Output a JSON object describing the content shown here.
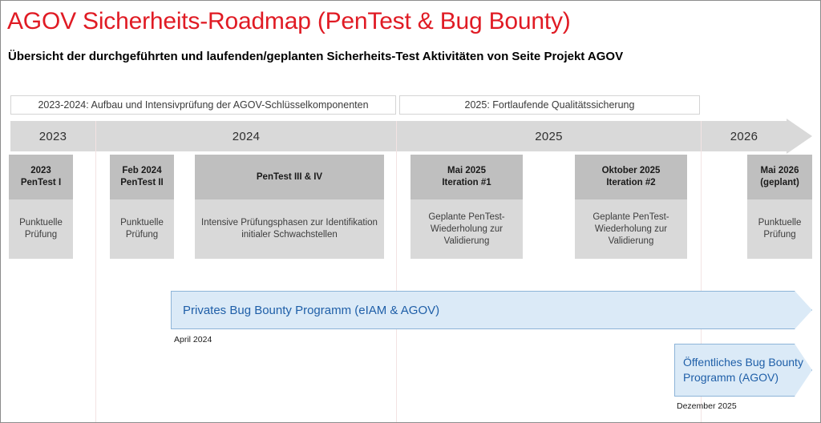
{
  "header": {
    "title": "AGOV Sicherheits-Roadmap (PenTest & Bug Bounty)",
    "subtitle": "Übersicht der durchgeführten und laufenden/geplanten Sicherheits-Test Aktivitäten von Seite Projekt AGOV",
    "title_color": "#e01b24"
  },
  "phases": [
    {
      "label": "2023-2024: Aufbau und Intensivprüfung der AGOV-Schlüsselkomponenten"
    },
    {
      "label": "2025: Fortlaufende Qualitätssicherung"
    }
  ],
  "timeline": {
    "years": [
      "2023",
      "2024",
      "2025",
      "2026"
    ],
    "separator_color": "#e8201e",
    "band_color": "#d9d9d9"
  },
  "milestones": [
    {
      "head_line1": "2023",
      "head_line2": "PenTest I",
      "body": "Punktuelle Prüfung"
    },
    {
      "head_line1": "Feb 2024",
      "head_line2": "PenTest II",
      "body": "Punktuelle Prüfung"
    },
    {
      "head_line1": "PenTest III & IV",
      "head_line2": "",
      "body": "Intensive Prüfungsphasen zur Identifikation initialer Schwachstellen"
    },
    {
      "head_line1": "Mai 2025",
      "head_line2": "Iteration #1",
      "body": "Geplante PenTest-Wiederholung zur Validierung"
    },
    {
      "head_line1": "Oktober 2025",
      "head_line2": "Iteration #2",
      "body": "Geplante PenTest-Wiederholung zur Validierung"
    },
    {
      "head_line1": "Mai 2026",
      "head_line2": "(geplant)",
      "body": "Punktuelle Prüfung"
    }
  ],
  "bug_bounty": {
    "private": {
      "label": "Privates Bug Bounty Programm (eIAM & AGOV)",
      "date": "April 2024"
    },
    "public": {
      "label": "Öffentliches Bug Bounty Programm (AGOV)",
      "date": "Dezember 2025"
    },
    "fill_color": "#dbeaf7",
    "border_color": "#8db4d8",
    "text_color": "#1f5fa8"
  }
}
